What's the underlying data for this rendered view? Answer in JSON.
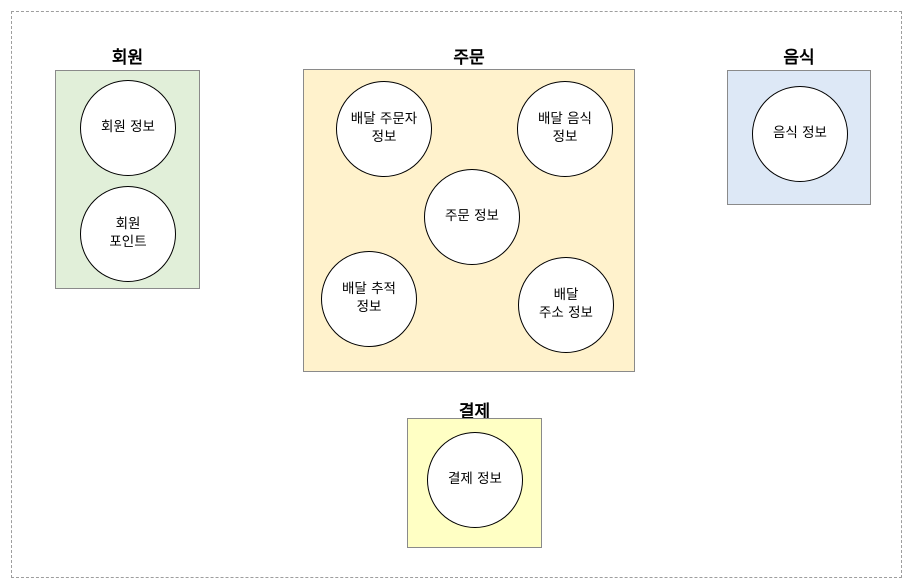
{
  "groups": {
    "member": {
      "title": "회원",
      "fill": "#e1efd9",
      "entities": [
        "회원 정보",
        "회원\n포인트"
      ]
    },
    "order": {
      "title": "주문",
      "fill": "#fff2cc",
      "entities": [
        "배달 주문자\n정보",
        "배달 음식\n정보",
        "주문 정보",
        "배달 추적\n정보",
        "배달\n주소 정보"
      ]
    },
    "food": {
      "title": "음식",
      "fill": "#dde8f6",
      "entities": [
        "음식 정보"
      ]
    },
    "payment": {
      "title": "결제",
      "fill": "#ffffc4",
      "entities": [
        "결제 정보"
      ]
    }
  }
}
